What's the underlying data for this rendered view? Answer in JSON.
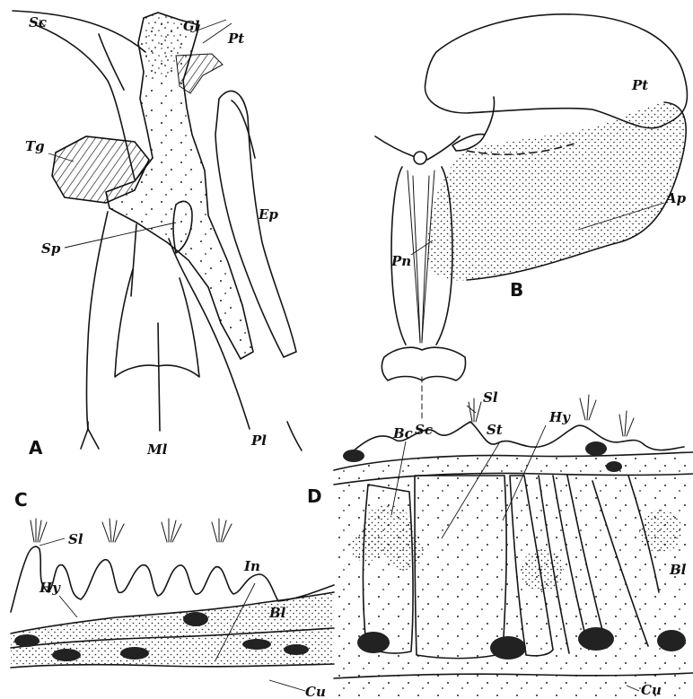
{
  "figure": {
    "panels": [
      {
        "id": "A",
        "letter": "A",
        "labels": [
          "Sc",
          "Gl",
          "Pt",
          "Tg",
          "Sp",
          "Ep",
          "Ml",
          "Pl"
        ]
      },
      {
        "id": "B",
        "letter": "B",
        "labels": [
          "Pt",
          "Ap",
          "Pn",
          "Sc"
        ]
      },
      {
        "id": "C",
        "letter": "C",
        "labels": [
          "Sl",
          "In",
          "Hy",
          "Bl",
          "Cu"
        ]
      },
      {
        "id": "D",
        "letter": "D",
        "labels": [
          "Sl",
          "Bc",
          "St",
          "Hy",
          "Bl",
          "Cu"
        ]
      }
    ]
  }
}
